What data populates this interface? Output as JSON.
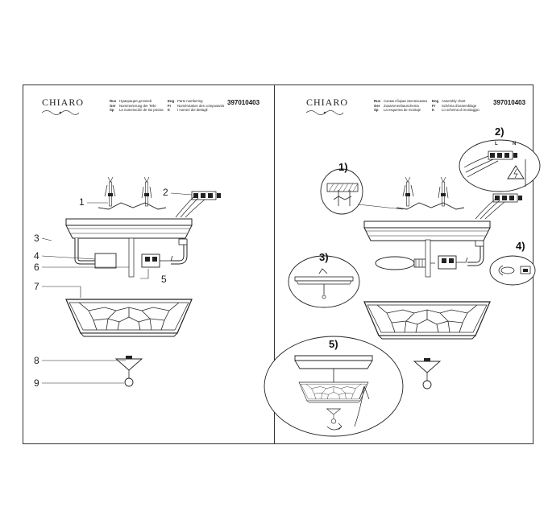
{
  "left_page": {
    "logo": "CHIARO",
    "code": "397010403",
    "captions": [
      {
        "lang": "Rus",
        "text": "Нумерация деталей"
      },
      {
        "lang": "Ger",
        "text": "Nummerierung der Teile"
      },
      {
        "lang": "Sp",
        "text": "La numeración de las piezas"
      }
    ],
    "captions_col2": [
      {
        "lang": "Eng",
        "text": "Parts numbering"
      },
      {
        "lang": "Fr",
        "text": "Numérotation des composants"
      },
      {
        "lang": "It",
        "text": "I numeri dei dettagli"
      }
    ],
    "callouts": [
      "1",
      "2",
      "3",
      "4",
      "5",
      "6",
      "7",
      "8",
      "9"
    ]
  },
  "right_page": {
    "logo": "CHIARO",
    "code": "397010403",
    "captions": [
      {
        "lang": "Rus",
        "text": "Схема сборки светильника"
      },
      {
        "lang": "Ger",
        "text": "Zusammenbauschema"
      },
      {
        "lang": "Sp",
        "text": "La esquema de montaje"
      }
    ],
    "captions_col2": [
      {
        "lang": "Eng",
        "text": "Assembly chart"
      },
      {
        "lang": "Fr",
        "text": "Schéma d'assemblage"
      },
      {
        "lang": "It",
        "text": "Lo schema di montaggio"
      }
    ],
    "details": [
      "1)",
      "2)",
      "3)",
      "4)",
      "5)"
    ],
    "terminal_letters": [
      "L",
      "N"
    ]
  },
  "colors": {
    "line": "#222222",
    "frame": "#333333",
    "hatch": "#555555"
  }
}
